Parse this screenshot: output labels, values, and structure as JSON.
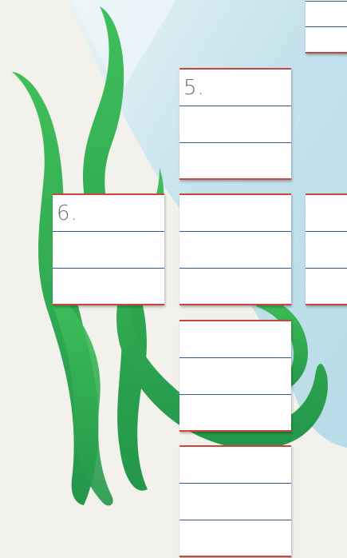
{
  "puzzle": {
    "clues": [
      {
        "id": "clue-5",
        "number": "5."
      },
      {
        "id": "clue-6",
        "number": "6."
      }
    ],
    "colors": {
      "background": "#f3f1ec",
      "water": "#bfe0ea",
      "seaweed": "#2fa84f",
      "cell_border_red": "#c9463d",
      "row_divider_blue": "#35588a",
      "number_text": "#6d6d6d"
    }
  }
}
